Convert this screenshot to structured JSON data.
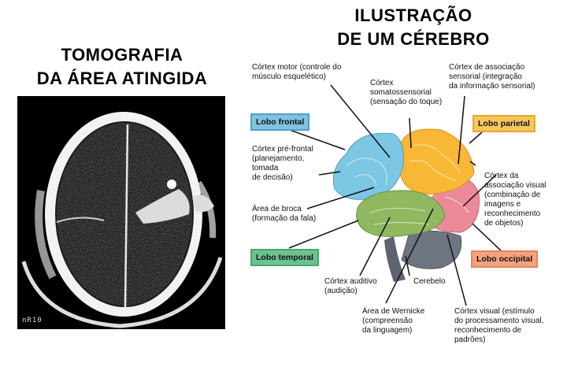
{
  "ct_panel": {
    "title_line1": "TOMOGRAFIA",
    "title_line2": "DA ÁREA ATINGIDA",
    "scan_tag": "nR10"
  },
  "brain_panel": {
    "title_line1": "ILUSTRAÇÃO",
    "title_line2": "DE UM CÉREBRO",
    "lobes": [
      {
        "name": "Lobo frontal",
        "color": "#7fc3e0",
        "border": "#4f9fc4"
      },
      {
        "name": "Lobo parietal",
        "color": "#f6c75a",
        "border": "#e3a92e"
      },
      {
        "name": "Lobo temporal",
        "color": "#6cc28e",
        "border": "#4aa66f"
      },
      {
        "name": "Lobo occipital",
        "color": "#f4a27f",
        "border": "#e4845e"
      }
    ],
    "labels": {
      "cortex_motor": [
        "Córtex motor (controle do",
        "músculo esquelético)"
      ],
      "somatossensorial": [
        "Córtex",
        "somatossensorial",
        "(sensação do toque)"
      ],
      "associacao_sensorial": [
        "Córtex de associação",
        "sensorial (integração",
        "da informação sensorial)"
      ],
      "pre_frontal": [
        "Córtex pré-frontal",
        "(planejamento,",
        "tomada",
        "de decisão)"
      ],
      "associacao_visual": [
        "Córtex da",
        "associação visual",
        "(combinação de",
        "imagens e",
        "reconhecimento",
        "de objetos)"
      ],
      "broca": [
        "Área de broca",
        "(formação da fala)"
      ],
      "auditivo": [
        "Córtex auditivo",
        "(audição)"
      ],
      "cerebelo": [
        "Cerebelo"
      ],
      "wernicke": [
        "Área de Wernicke",
        "(compreensão",
        "da linguagem)"
      ],
      "cortex_visual": [
        "Córtex visual (estímulo",
        "do processamento visual,",
        "reconhecimento de",
        "padrões)"
      ]
    },
    "region_colors": {
      "frontal": "#7cc7e3",
      "parietal": "#f8b735",
      "temporal": "#8fb860",
      "occipital": "#ec8a99",
      "cerebellum": "#6d7680"
    }
  }
}
